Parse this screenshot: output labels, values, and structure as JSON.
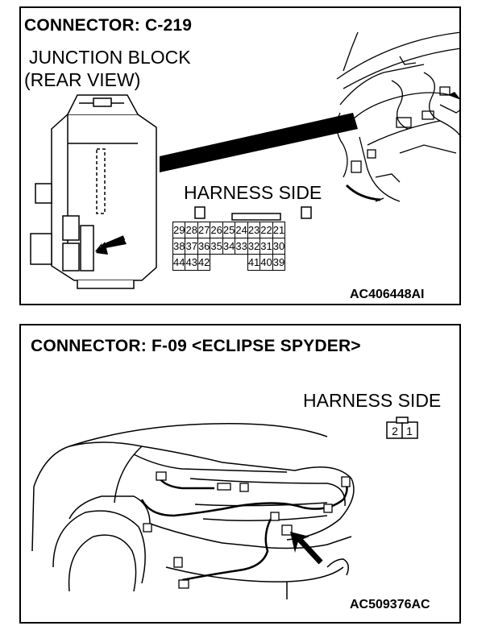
{
  "connector1": {
    "title": "CONNECTOR: C-219",
    "component_line1": "JUNCTION BLOCK",
    "component_line2": "(REAR VIEW)",
    "harness_label": "HARNESS SIDE",
    "pins_row1": [
      "29",
      "28",
      "27",
      "26",
      "25",
      "24",
      "23",
      "22",
      "21"
    ],
    "pins_row2": [
      "38",
      "37",
      "36",
      "35",
      "34",
      "33",
      "32",
      "31",
      "30"
    ],
    "pins_row3_left": [
      "44",
      "43",
      "42"
    ],
    "pins_row3_right": [
      "41",
      "40",
      "39"
    ],
    "code": "AC406448AI"
  },
  "connector2": {
    "title": "CONNECTOR: F-09 <ECLIPSE SPYDER>",
    "harness_label": "HARNESS SIDE",
    "pins": [
      "2",
      "1"
    ],
    "code": "AC509376AC"
  }
}
